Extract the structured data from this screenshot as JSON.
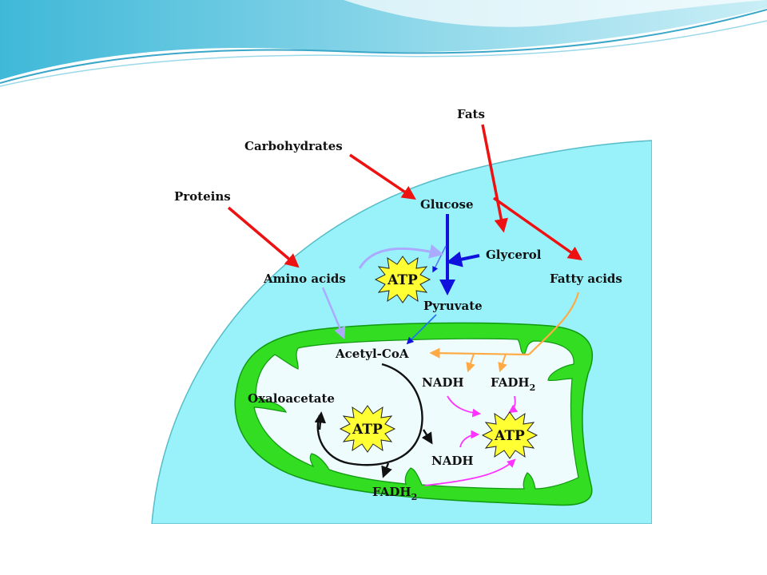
{
  "slide": {
    "background": "#ffffff",
    "accent": "#29b6d6"
  },
  "diagram": {
    "colors": {
      "cell": "#99f2fa",
      "mitochondrion_membrane": "#33dd22",
      "mitochondrion_matrix": "#eefcfd",
      "red_arrow": "#ee1111",
      "blue_arrow": "#1111dd",
      "lavender_arrow": "#aaaaff",
      "orange_arrow": "#ffaa44",
      "magenta_arrow": "#ff33ff",
      "atp_star": "#ffff33"
    },
    "labels": {
      "fats": "Fats",
      "carbohydrates": "Carbohydrates",
      "proteins": "Proteins",
      "glucose": "Glucose",
      "glycerol": "Glycerol",
      "amino_acids": "Amino acids",
      "fatty_acids": "Fatty acids",
      "pyruvate": "Pyruvate",
      "acetyl_coa": "Acetyl-CoA",
      "oxaloacetate": "Oxaloacetate",
      "nadh_top": "NADH",
      "fadh2_top": "FADH",
      "nadh_bottom": "NADH",
      "fadh2_bottom": "FADH",
      "subscript_2": "2"
    },
    "atp": {
      "cytoplasm": "ATP",
      "krebs_cycle": "ATP",
      "electron_transport": "ATP"
    }
  }
}
